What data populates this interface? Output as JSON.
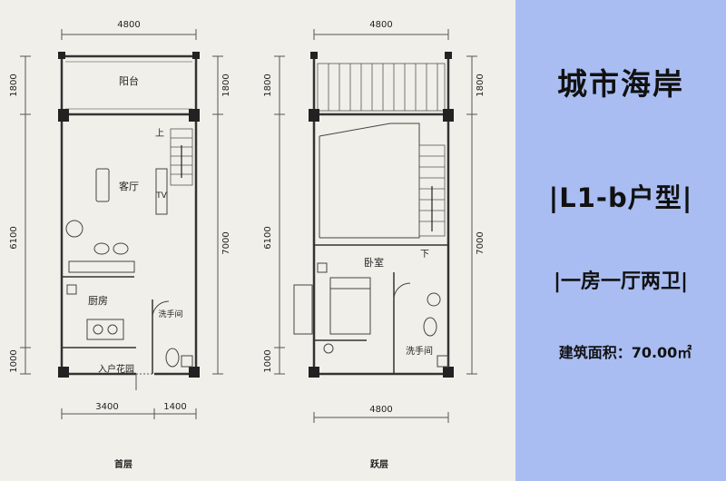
{
  "info": {
    "project_name": "城市海岸",
    "unit_type": "|L1-b户型|",
    "layout_desc": "|一房一厅两卫|",
    "area_label": "建筑面积：70.00㎡"
  },
  "floor1": {
    "caption": "首层",
    "dim_top": "4800",
    "dim_bottom_left": "3400",
    "dim_bottom_right": "1400",
    "dim_left_1": "1800",
    "dim_left_2": "6100",
    "dim_left_3": "1000",
    "dim_right_1": "1800",
    "dim_right_2": "7000",
    "rooms": {
      "balcony": "阳台",
      "living": "客厅",
      "kitchen": "厨房",
      "washroom": "洗手间",
      "entry_garden": "入户花园",
      "tv": "TV",
      "stair_up": "上"
    }
  },
  "floor2": {
    "caption": "跃层",
    "dim_top": "4800",
    "dim_bottom": "4800",
    "dim_left_1": "1800",
    "dim_left_2": "6100",
    "dim_left_3": "1000",
    "dim_right_1": "1800",
    "dim_right_2": "7000",
    "rooms": {
      "bedroom": "卧室",
      "washroom": "洗手间",
      "stair_down": "下"
    }
  }
}
